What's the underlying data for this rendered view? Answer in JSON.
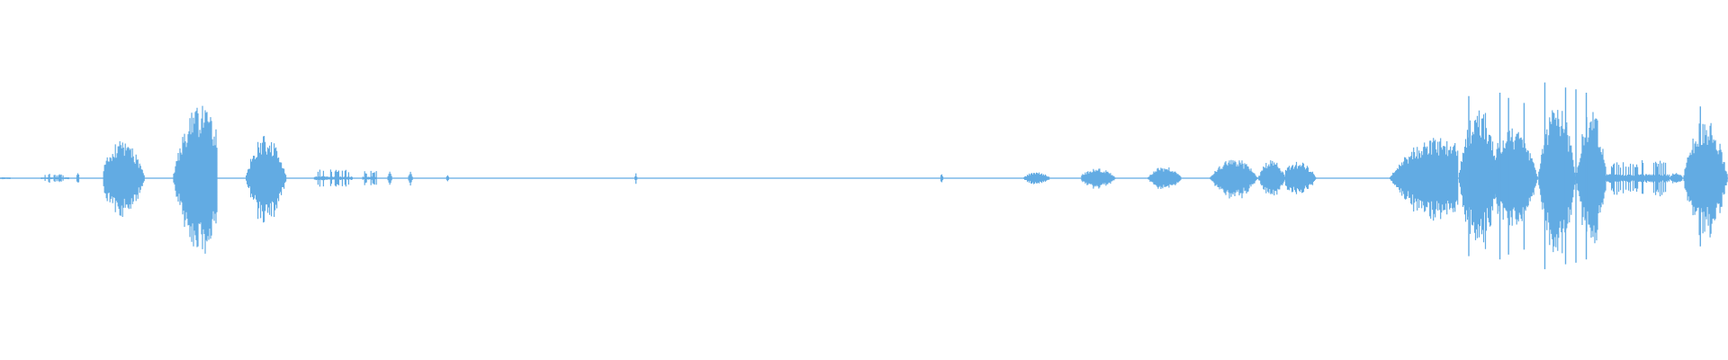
{
  "waveform": {
    "color": "#62abe3",
    "icon": "waveform",
    "segments": [
      {
        "start": 0.0,
        "end": 0.006,
        "amp": 0.02,
        "shape": "flat"
      },
      {
        "start": 0.024,
        "end": 0.04,
        "amp": 0.03,
        "shape": "ticks"
      },
      {
        "start": 0.044,
        "end": 0.046,
        "amp": 0.05,
        "shape": "spike"
      },
      {
        "start": 0.06,
        "end": 0.084,
        "amp": 0.22,
        "shape": "burst",
        "peak": 0.45
      },
      {
        "start": 0.1,
        "end": 0.126,
        "amp": 0.43,
        "shape": "burst",
        "peak": 0.62
      },
      {
        "start": 0.142,
        "end": 0.166,
        "amp": 0.25,
        "shape": "burst",
        "peak": 0.5
      },
      {
        "start": 0.182,
        "end": 0.204,
        "amp": 0.06,
        "shape": "ticks"
      },
      {
        "start": 0.21,
        "end": 0.218,
        "amp": 0.05,
        "shape": "ticks"
      },
      {
        "start": 0.224,
        "end": 0.227,
        "amp": 0.06,
        "shape": "spike"
      },
      {
        "start": 0.236,
        "end": 0.239,
        "amp": 0.05,
        "shape": "spike"
      },
      {
        "start": 0.258,
        "end": 0.26,
        "amp": 0.03,
        "shape": "spike"
      },
      {
        "start": 0.367,
        "end": 0.369,
        "amp": 0.03,
        "shape": "spike"
      },
      {
        "start": 0.544,
        "end": 0.546,
        "amp": 0.04,
        "shape": "spike"
      },
      {
        "start": 0.592,
        "end": 0.608,
        "amp": 0.04,
        "shape": "burst",
        "peak": 0.5
      },
      {
        "start": 0.626,
        "end": 0.646,
        "amp": 0.06,
        "shape": "burst",
        "peak": 0.45
      },
      {
        "start": 0.664,
        "end": 0.684,
        "amp": 0.07,
        "shape": "burst",
        "peak": 0.5
      },
      {
        "start": 0.7,
        "end": 0.728,
        "amp": 0.12,
        "shape": "burst",
        "peak": 0.5
      },
      {
        "start": 0.728,
        "end": 0.744,
        "amp": 0.11,
        "shape": "burst",
        "peak": 0.5
      },
      {
        "start": 0.744,
        "end": 0.762,
        "amp": 0.1,
        "shape": "burst",
        "peak": 0.4
      },
      {
        "start": 0.804,
        "end": 0.844,
        "amp": 0.24,
        "shape": "burst",
        "peak": 0.7
      },
      {
        "start": 0.844,
        "end": 0.868,
        "amp": 0.42,
        "shape": "burst",
        "peak": 0.5
      },
      {
        "start": 0.86,
        "end": 0.89,
        "amp": 0.3,
        "shape": "burst",
        "peak": 0.5
      },
      {
        "start": 0.89,
        "end": 0.912,
        "amp": 0.45,
        "shape": "burst",
        "peak": 0.5
      },
      {
        "start": 0.912,
        "end": 0.93,
        "amp": 0.4,
        "shape": "burst",
        "peak": 0.5
      },
      {
        "start": 0.93,
        "end": 0.966,
        "amp": 0.12,
        "shape": "ticks"
      },
      {
        "start": 0.966,
        "end": 0.974,
        "amp": 0.04,
        "shape": "burst",
        "peak": 0.5
      },
      {
        "start": 0.974,
        "end": 1.0,
        "amp": 0.35,
        "shape": "burst",
        "peak": 0.5
      }
    ],
    "tall_spikes": [
      {
        "x": 0.85,
        "amp": 0.48
      },
      {
        "x": 0.868,
        "amp": 0.5
      },
      {
        "x": 0.873,
        "amp": 0.47
      },
      {
        "x": 0.882,
        "amp": 0.44
      },
      {
        "x": 0.894,
        "amp": 0.56
      },
      {
        "x": 0.906,
        "amp": 0.53
      },
      {
        "x": 0.912,
        "amp": 0.52
      },
      {
        "x": 0.918,
        "amp": 0.5
      },
      {
        "x": 0.984,
        "amp": 0.42
      }
    ]
  }
}
